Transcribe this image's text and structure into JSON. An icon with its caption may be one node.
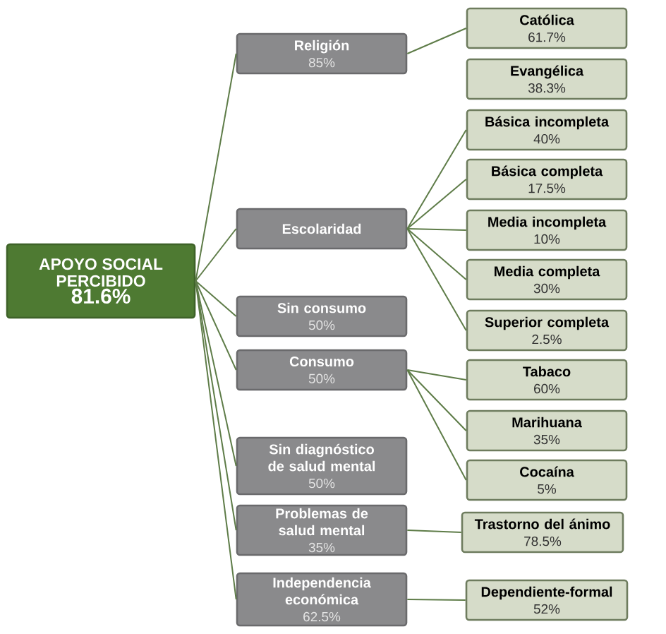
{
  "diagram": {
    "nodes": [
      {
        "text": [
          "APOYO SOCIAL PERCIBIDO",
          "81.6%"
        ]
      },
      {
        "text": [
          "Religión",
          "85%"
        ]
      },
      {
        "text": [
          "Católica",
          "61.7%"
        ]
      },
      {
        "text": [
          "Evangélica",
          "38.3%"
        ]
      },
      {
        "text": [
          "Escolaridad"
        ]
      },
      {
        "text": [
          "Básica incompleta",
          "40%"
        ]
      },
      {
        "text": [
          "Básica completa",
          "17.5%"
        ]
      },
      {
        "text": [
          "Media incompleta",
          "10%"
        ]
      },
      {
        "text": [
          "Media completa",
          "30%"
        ]
      },
      {
        "text": [
          "Superior completa",
          "2.5%"
        ]
      },
      {
        "text": [
          "Sin consumo",
          "50%"
        ]
      },
      {
        "text": [
          "Consumo",
          "50%"
        ]
      },
      {
        "text": [
          "Tabaco",
          "60%"
        ]
      },
      {
        "text": [
          "Marihuana",
          "35%"
        ]
      },
      {
        "text": [
          "Cocaína",
          "5%"
        ]
      },
      {
        "text": [
          "Sin diagnóstico de salud mental",
          "50%"
        ]
      },
      {
        "text": [
          "Problemas de salud mental",
          "35%"
        ]
      },
      {
        "text": [
          "Trastorno del ánimo",
          "78.5%"
        ]
      },
      {
        "text": [
          "Independencia económica",
          "62.5%"
        ]
      },
      {
        "text": [
          "Dependiente-formal",
          "52%"
        ]
      }
    ],
    "edges": [
      {
        "from": 0,
        "to": 1,
        "arrow": "none"
      },
      {
        "from": 0,
        "to": 4,
        "arrow": "none"
      },
      {
        "from": 0,
        "to": 10,
        "arrow": "none"
      },
      {
        "from": 0,
        "to": 11,
        "arrow": "none"
      },
      {
        "from": 0,
        "to": 15,
        "arrow": "none"
      },
      {
        "from": 0,
        "to": 16,
        "arrow": "none"
      },
      {
        "from": 0,
        "to": 18,
        "arrow": "none"
      },
      {
        "from": 1,
        "to": 2,
        "arrow": "none"
      },
      {
        "from": 4,
        "to": 5,
        "arrow": "none"
      },
      {
        "from": 4,
        "to": 6,
        "arrow": "none"
      },
      {
        "from": 4,
        "to": 7,
        "arrow": "none"
      },
      {
        "from": 4,
        "to": 8,
        "arrow": "none"
      },
      {
        "from": 4,
        "to": 9,
        "arrow": "none"
      },
      {
        "from": 11,
        "to": 12,
        "arrow": "none"
      },
      {
        "from": 11,
        "to": 13,
        "arrow": "none"
      },
      {
        "from": 11,
        "to": 14,
        "arrow": "none"
      },
      {
        "from": 16,
        "to": 17,
        "arrow": "none"
      },
      {
        "from": 18,
        "to": 19,
        "arrow": "none"
      }
    ]
  }
}
